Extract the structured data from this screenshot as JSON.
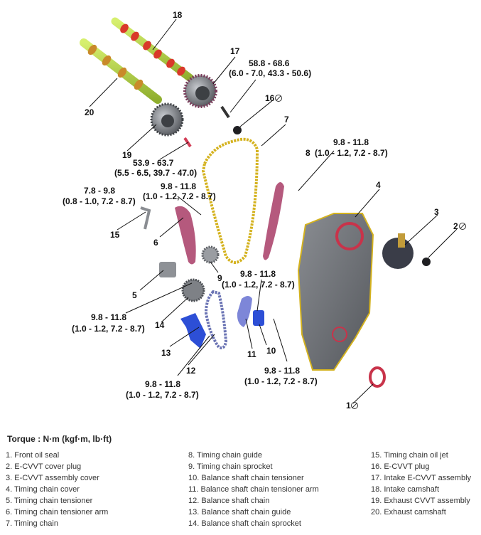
{
  "callouts": [
    {
      "num": "18"
    },
    {
      "num": "17",
      "torque": [
        "58.8 - 68.6",
        "(6.0 - 7.0, 43.3 - 50.6)"
      ]
    },
    {
      "num": "16"
    },
    {
      "num": "20"
    },
    {
      "num": "7"
    },
    {
      "num": "8",
      "torque": [
        "9.8 - 11.8",
        "(1.0 - 1.2, 7.2 - 8.7)"
      ]
    },
    {
      "num": "19",
      "torque": [
        "53.9 - 63.7",
        "(5.5 - 6.5, 39.7 - 47.0)"
      ]
    },
    {
      "num": "4"
    },
    {
      "num": "3"
    },
    {
      "num": "2"
    },
    {
      "num": "15",
      "torque": [
        "7.8 - 9.8",
        "(0.8 - 1.0, 7.2 - 8.7)"
      ]
    },
    {
      "num": "6",
      "torque": [
        "9.8 - 11.8",
        "(1.0 - 1.2, 7.2 - 8.7)"
      ]
    },
    {
      "num": "9",
      "torque": [
        "9.8 - 11.8",
        "(1.0 - 1.2, 7.2 - 8.7)"
      ]
    },
    {
      "num": "5"
    },
    {
      "num": "14",
      "torque": [
        "9.8 - 11.8",
        "(1.0 - 1.2, 7.2 - 8.7)"
      ]
    },
    {
      "num": "13"
    },
    {
      "num": "12",
      "torque": [
        "9.8 - 11.8",
        "(1.0 - 1.2, 7.2 - 8.7)"
      ]
    },
    {
      "num": "11"
    },
    {
      "num": "10",
      "torque": [
        "9.8 - 11.8",
        "(1.0 - 1.2, 7.2 - 8.7)"
      ]
    },
    {
      "num": "1"
    }
  ],
  "legend": {
    "title": "Torque : N·m (kgf·m, lb·ft)",
    "col1": [
      "1. Front oil seal",
      "2. E-CVVT cover plug",
      "3. E-CVVT assembly cover",
      "4. Timing chain cover",
      "5. Timing chain tensioner",
      "6. Timing chain tensioner arm",
      "7. Timing chain"
    ],
    "col2": [
      "8. Timing chain guide",
      "9. Timing chain sprocket",
      "10. Balance shaft chain tensioner",
      "11. Balance shaft chain tensioner arm",
      "12. Balance shaft chain",
      "13. Balance shaft chain guide",
      "14. Balance shaft chain sprocket"
    ],
    "col3": [
      "15. Timing chain oil jet",
      "16. E-CVVT plug",
      "17. Intake E-CVVT assembly",
      "18. Intake camshaft",
      "19. Exhaust CVVT assembly",
      "20. Exhaust camshaft"
    ]
  },
  "colors": {
    "camshaft": "#b8d64a",
    "lobe": "#d9392a",
    "chain": "#d4b21e",
    "guide": "#b5597d",
    "cover": "#6b6e73",
    "cvvt": "#5a5e63",
    "blue_part": "#2d4fd6"
  }
}
